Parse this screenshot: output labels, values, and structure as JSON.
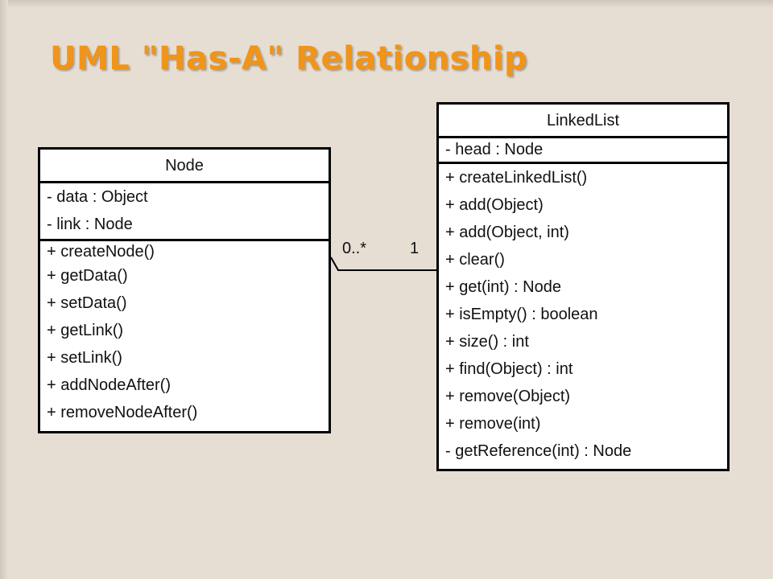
{
  "title": "UML \"Has-A\" Relationship",
  "node_class": {
    "name": "Node",
    "attributes": [
      "- data : Object",
      "- link : Node"
    ],
    "operations": [
      "+ createNode()",
      "+ getData()",
      "+ setData()",
      "+ getLink()",
      "+ setLink()",
      "+ addNodeAfter()",
      "+ removeNodeAfter()"
    ]
  },
  "linkedlist_class": {
    "name": "LinkedList",
    "attributes": [
      "- head : Node"
    ],
    "operations": [
      "+ createLinkedList()",
      "+ add(Object)",
      "+ add(Object, int)",
      "+ clear()",
      "+ get(int) : Node",
      "+ isEmpty() : boolean",
      "+ size() : int",
      "+ find(Object) : int",
      "+ remove(Object)",
      "+ remove(int)",
      "- getReference(int) : Node"
    ]
  },
  "association": {
    "multiplicity_node_end": "0..*",
    "multiplicity_list_end": "1"
  },
  "colors": {
    "background": "#e6ded3",
    "title": "#f0941a"
  }
}
